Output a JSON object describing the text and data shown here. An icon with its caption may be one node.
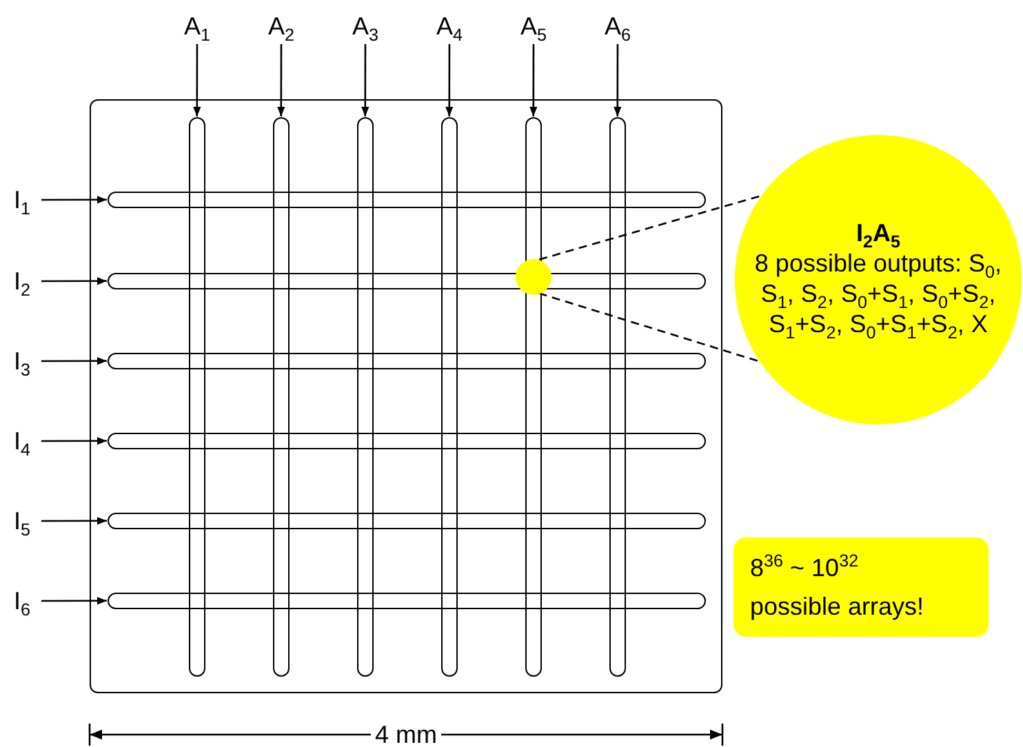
{
  "diagram": {
    "nodes": [
      {
        "text": [
          "A$_{1}$"
        ]
      },
      {
        "text": [
          "A$_{2}$"
        ]
      },
      {
        "text": [
          "A$_{3}$"
        ]
      },
      {
        "text": [
          "A$_{4}$"
        ]
      },
      {
        "text": [
          "A$_{5}$"
        ]
      },
      {
        "text": [
          "A$_{6}$"
        ]
      },
      {
        "text": [],
        "shape": "box"
      },
      {
        "text": [],
        "shape": "bar",
        "in": 6
      },
      {
        "text": [],
        "shape": "bar",
        "in": 6
      },
      {
        "text": [],
        "shape": "bar",
        "in": 6
      },
      {
        "text": [],
        "shape": "bar",
        "in": 6
      },
      {
        "text": [],
        "shape": "bar",
        "in": 6
      },
      {
        "text": [],
        "shape": "bar",
        "in": 6
      },
      {
        "text": [],
        "shape": "bar",
        "in": 6
      },
      {
        "text": [],
        "shape": "bar",
        "in": 6
      },
      {
        "text": [],
        "shape": "bar",
        "in": 6
      },
      {
        "text": [],
        "shape": "bar",
        "in": 6
      },
      {
        "text": [],
        "shape": "bar",
        "in": 6
      },
      {
        "text": [],
        "shape": "bar",
        "in": 6
      },
      {
        "text": [],
        "shape": "circle",
        "in": 6
      },
      {
        "text": [
          "I$_{1}$"
        ]
      },
      {
        "text": [
          "I$_{2}$"
        ]
      },
      {
        "text": [
          "I$_{3}$"
        ]
      },
      {
        "text": [
          "I$_{4}$"
        ]
      },
      {
        "text": [
          "I$_{5}$"
        ]
      },
      {
        "text": [
          "I$_{6}$"
        ]
      },
      {
        "text": [
          "I$_{2}$A$_{5}$",
          "8 possible outputs: S$_{0}$, S$_{1}$, S$_{2}$, S$_{0}$+S$_{1}$, S$_{0}$+S$_{2}$, S$_{1}$+S$_{2}$, S$_{0}$+S$_{1}$+S$_{2}$, X"
        ]
      },
      {
        "text": [
          "8$^{36}$ ~ 10$^{32}$",
          "possible arrays!"
        ]
      }
    ],
    "edges": [
      {
        "from": 0,
        "to": 7,
        "arrow": "to"
      },
      {
        "from": 1,
        "to": 8,
        "arrow": "to"
      },
      {
        "from": 2,
        "to": 9,
        "arrow": "to"
      },
      {
        "from": 3,
        "to": 10,
        "arrow": "to"
      },
      {
        "from": 4,
        "to": 11,
        "arrow": "to"
      },
      {
        "from": 5,
        "to": 12,
        "arrow": "to"
      },
      {
        "from": 20,
        "to": 13,
        "arrow": "to"
      },
      {
        "from": 21,
        "to": 14,
        "arrow": "to"
      },
      {
        "from": 22,
        "to": 15,
        "arrow": "to"
      },
      {
        "from": 23,
        "to": 16,
        "arrow": "to"
      },
      {
        "from": 24,
        "to": 17,
        "arrow": "to"
      },
      {
        "from": 25,
        "to": 18,
        "arrow": "to"
      },
      {
        "from": 19,
        "to": 26,
        "arrow": "none",
        "style": "dashed"
      },
      {
        "from": 19,
        "to": 26,
        "arrow": "none",
        "style": "dashed"
      }
    ],
    "labels": [
      "4 mm"
    ]
  }
}
